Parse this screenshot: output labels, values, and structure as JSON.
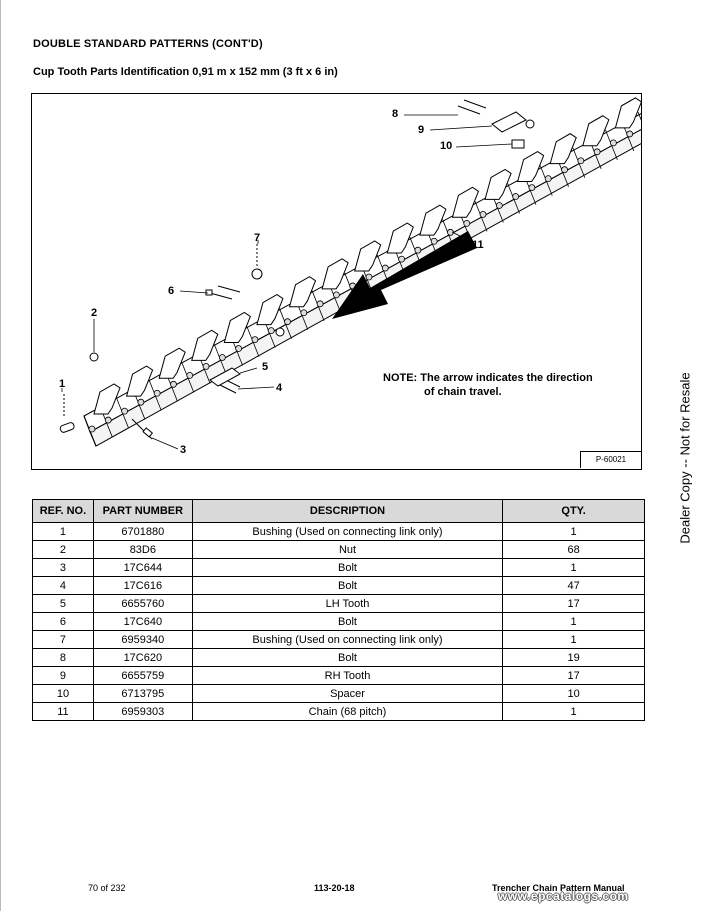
{
  "page": {
    "heading": "DOUBLE STANDARD PATTERNS (CONT'D)",
    "subheading": "Cup Tooth Parts Identification 0,91 m x 152 mm (3 ft x 6 in)"
  },
  "figure": {
    "note_label": "NOTE:",
    "note_line1": "The arrow indicates the direction",
    "note_line2": "of chain travel.",
    "figure_id": "P-60021",
    "callouts": [
      "1",
      "2",
      "3",
      "4",
      "5",
      "6",
      "7",
      "8",
      "9",
      "10",
      "11"
    ]
  },
  "table": {
    "headers": [
      "REF. NO.",
      "PART NUMBER",
      "DESCRIPTION",
      "QTY."
    ],
    "rows": [
      [
        "1",
        "6701880",
        "Bushing (Used on connecting link only)",
        "1"
      ],
      [
        "2",
        "83D6",
        "Nut",
        "68"
      ],
      [
        "3",
        "17C644",
        "Bolt",
        "1"
      ],
      [
        "4",
        "17C616",
        "Bolt",
        "47"
      ],
      [
        "5",
        "6655760",
        "LH Tooth",
        "17"
      ],
      [
        "6",
        "17C640",
        "Bolt",
        "1"
      ],
      [
        "7",
        "6959340",
        "Bushing (Used on connecting link only)",
        "1"
      ],
      [
        "8",
        "17C620",
        "Bolt",
        "19"
      ],
      [
        "9",
        "6655759",
        "RH Tooth",
        "17"
      ],
      [
        "10",
        "6713795",
        "Spacer",
        "10"
      ],
      [
        "11",
        "6959303",
        "Chain (68 pitch)",
        "1"
      ]
    ]
  },
  "side_text": "Dealer Copy -- Not for Resale",
  "footer": {
    "page": "70 of 232",
    "code": "113-20-18",
    "title": "Trencher Chain Pattern Manual",
    "watermark": "www.epcatalogs.com"
  }
}
